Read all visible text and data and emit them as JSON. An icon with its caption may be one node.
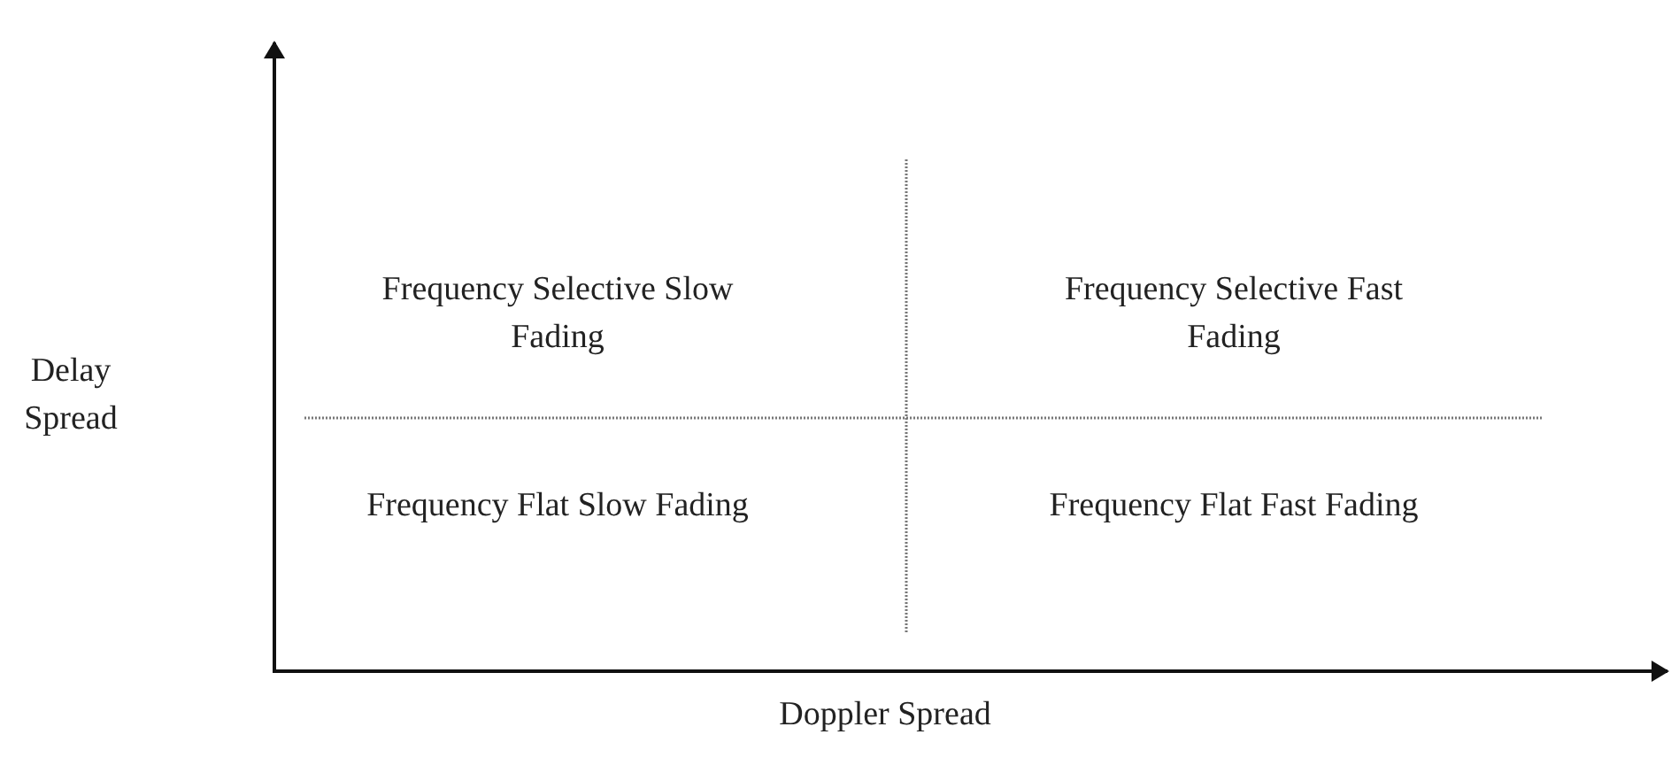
{
  "diagram": {
    "labels": [
      "Frequency Selective Slow Fading",
      "Frequency Selective Fast Fading",
      "Delay Spread",
      "Frequency Flat Slow Fading",
      "Frequency Flat Fast Fading",
      "Doppler Spread"
    ]
  }
}
